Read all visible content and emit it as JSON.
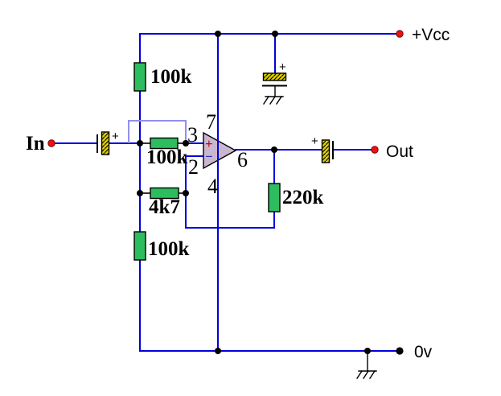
{
  "diagram": {
    "type": "circuit-schematic",
    "description": "Single-supply op-amp audio preamplifier schematic",
    "terminals": {
      "input": "In",
      "output": "Out",
      "supply": "+Vcc",
      "ground": "0v"
    },
    "resistors": {
      "r_bias_top": "100k",
      "r_series_input": "100k",
      "r_gain": "4k7",
      "r_bias_bottom": "100k",
      "r_feedback": "220k"
    },
    "capacitor_polarity_mark": "+",
    "opamp": {
      "pins": {
        "non_inverting": "3",
        "inverting": "2",
        "v_plus": "7",
        "v_minus": "4",
        "output": "6"
      },
      "input_marks": {
        "plus": "+",
        "minus": "−"
      }
    },
    "colors": {
      "wire": "#0000dd",
      "bypass_wire": "#9090ee",
      "resistor_fill": "#2dbd5e",
      "capacitor_fill": "#ddcc00",
      "opamp_fill": "#cbb6d2",
      "terminal_red": "#ee1111",
      "junction": "#000000",
      "opamp_plus_mark": "#cc0000",
      "opamp_minus_mark": "#2233bb"
    }
  }
}
